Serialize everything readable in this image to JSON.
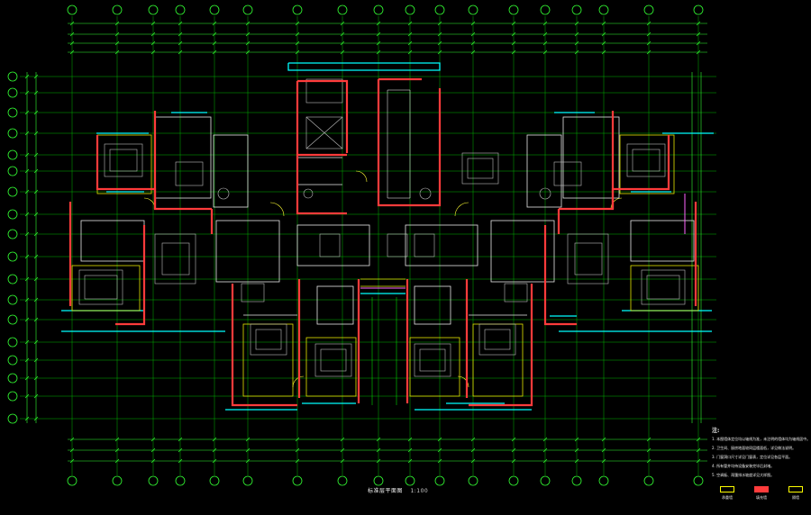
{
  "drawing": {
    "title": "标准层平面图",
    "scale": "1:100",
    "background": "#000000"
  },
  "colors": {
    "axis_line": "#00c800",
    "dimension": "#33ff33",
    "wall_load_bearing": "#ff3b3b",
    "wall_partition": "#ffffff",
    "window": "#00ffff",
    "furniture": "#c8c8c8",
    "door": "#ffff00",
    "highlight": "#ff66ff"
  },
  "notes": {
    "heading": "注:",
    "lines": [
      "1. 本图墙体定位均以轴线为准，未注明的墙体均为轴线居中。",
      "2. 卫生间、厨房地面较同层楼面低，详见做法说明。",
      "3. 门窗洞口尺寸详见门窗表，定位详见各层平面。",
      "4. 所有管井均待设备安装完毕后封堵。",
      "5. 空调板、雨篷排水坡度详见大样图。"
    ]
  },
  "legend": [
    {
      "label": "承重墙",
      "color": "#ff3b3b"
    },
    {
      "label": "填充墙",
      "color": "#ffffff"
    },
    {
      "label": "隔墙",
      "color": "#ffff00"
    }
  ]
}
